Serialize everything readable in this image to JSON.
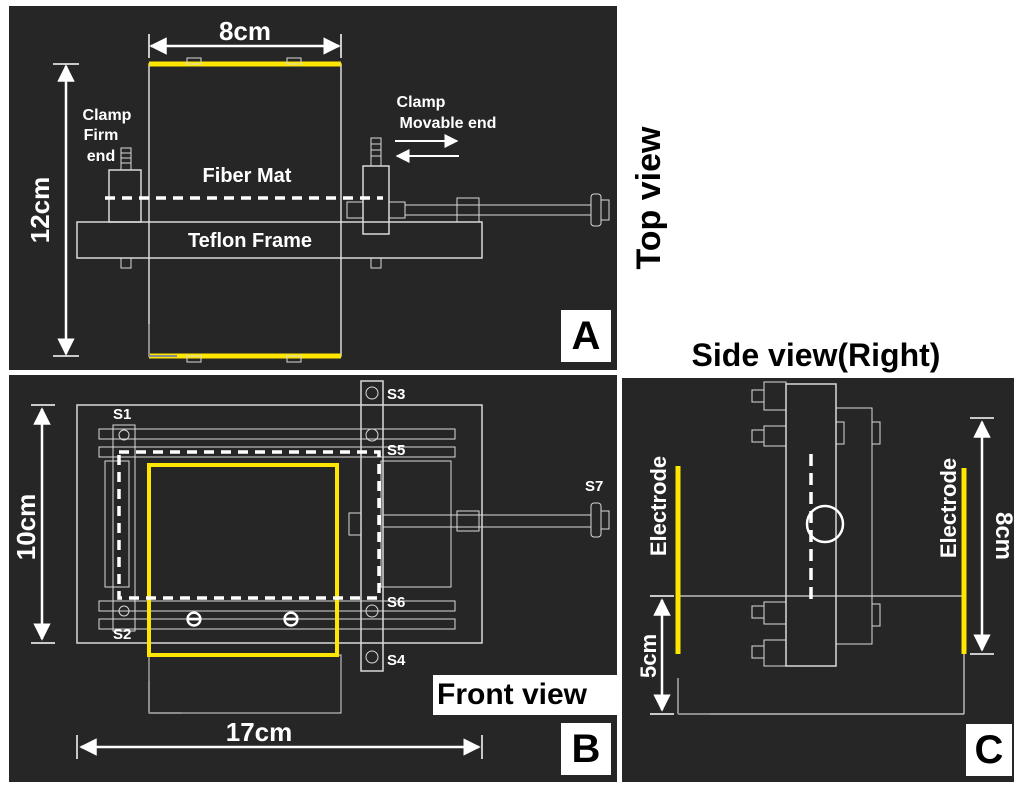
{
  "colors": {
    "panel_bg": "#262626",
    "outline": "#d9d9d9",
    "electrode": "#ffe600",
    "grid": "#333333"
  },
  "panel_a": {
    "letter": "A",
    "view_title": "Top view",
    "width_dim": "8cm",
    "height_dim": "12cm",
    "clamp_firm": [
      "Clamp",
      "Firm",
      "end"
    ],
    "clamp_movable": [
      "Clamp",
      "Movable end"
    ],
    "fiber_mat": "Fiber Mat",
    "frame": "Teflon Frame"
  },
  "panel_b": {
    "letter": "B",
    "view_title": "Front view",
    "height_dim": "10cm",
    "width_dim": "17cm",
    "screws": [
      "S1",
      "S2",
      "S3",
      "S4",
      "S5",
      "S6",
      "S7"
    ],
    "charge_symbols": [
      "⊖",
      "⊖"
    ]
  },
  "panel_c": {
    "letter": "C",
    "view_title": "Side view(Right)",
    "left_electrode": "Electrode",
    "right_electrode": "Electrode",
    "height_dim": "8cm",
    "offset_dim": "5cm"
  },
  "icons": [
    "double-arrow-icon",
    "dimension-arrow-icon",
    "axis-marker-icon"
  ]
}
